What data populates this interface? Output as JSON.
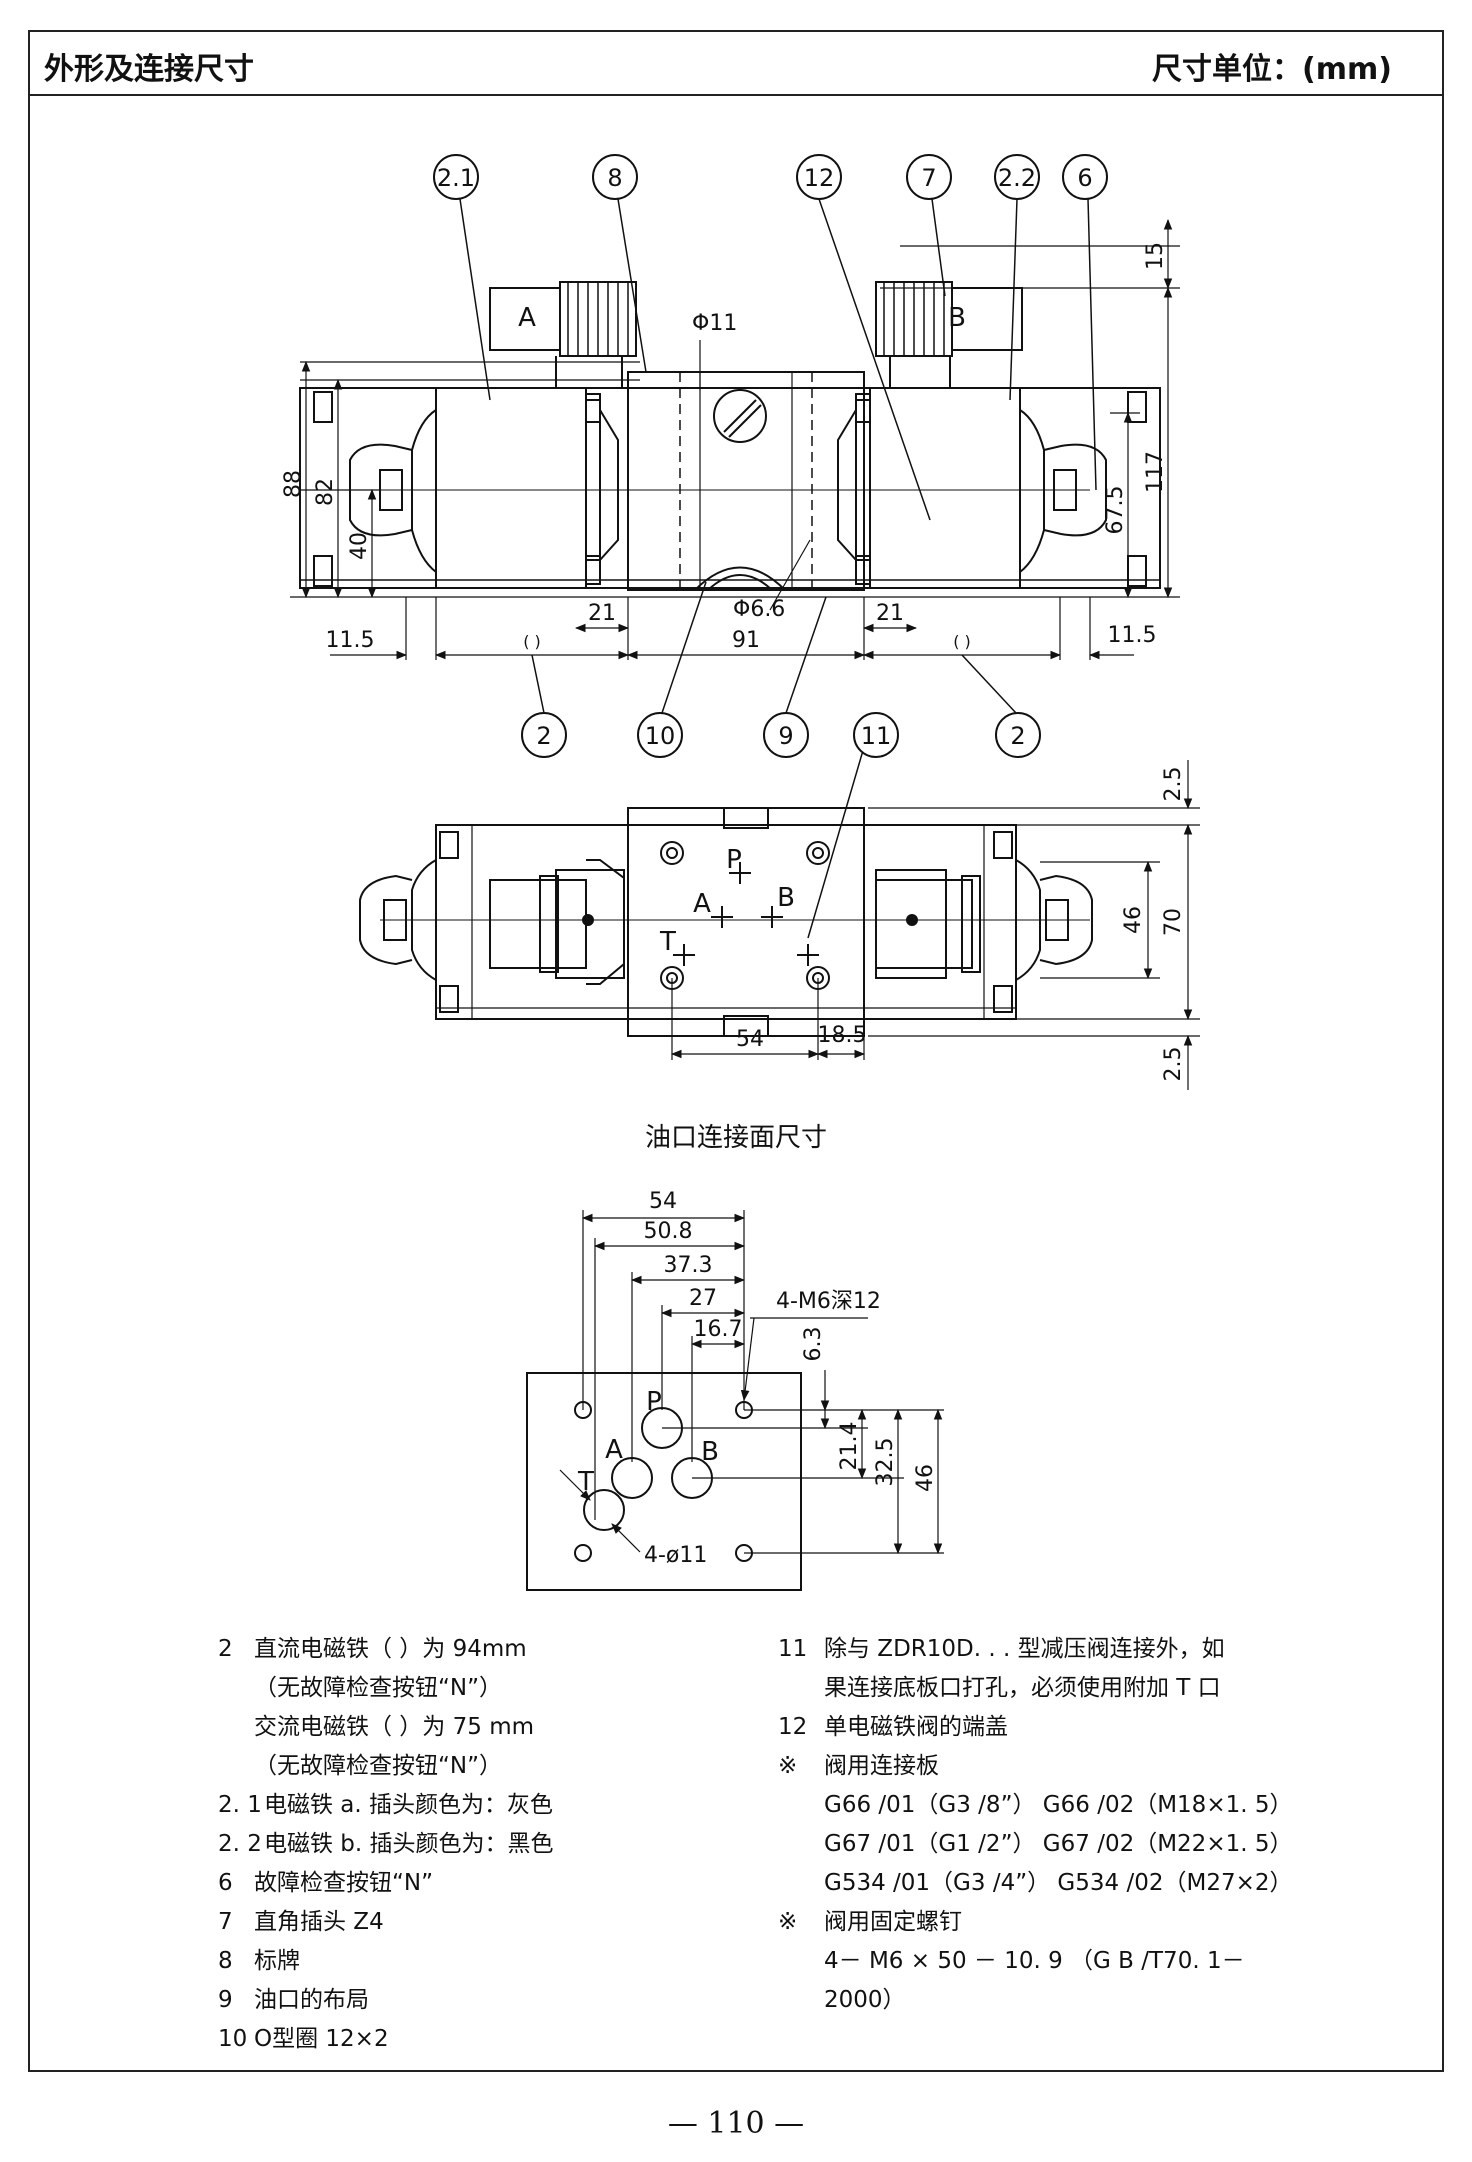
{
  "header": {
    "title": "外形及连接尺寸",
    "unit": "尺寸单位：(mm)"
  },
  "top_view": {
    "callouts": [
      "2.1",
      "8",
      "12",
      "7",
      "2.2",
      "6"
    ],
    "bottom_callouts": [
      "2",
      "10",
      "9",
      "11",
      "2"
    ],
    "port_labels": {
      "a": "A",
      "b": "B"
    },
    "dims": {
      "phi11": "Φ11",
      "phi66": "Φ6.6",
      "d88": "88",
      "d82": "82",
      "d40": "40",
      "d15": "15",
      "d117": "117",
      "d675": "67.5",
      "d21a": "21",
      "d21b": "21",
      "d91": "91",
      "d115a": "11.5",
      "d115b": "11.5",
      "paren_a": "( )",
      "paren_b": "( )"
    }
  },
  "plan_view": {
    "ports": {
      "p": "P",
      "a": "A",
      "b": "B",
      "t": "T"
    },
    "dims": {
      "d25a": "2.5",
      "d46": "46",
      "d70": "70",
      "d54": "54",
      "d185": "18.5",
      "d25b": "2.5"
    }
  },
  "interface": {
    "caption": "油口连接面尺寸",
    "ports": {
      "p": "P",
      "a": "A",
      "b": "B",
      "t": "T"
    },
    "dims": {
      "d54": "54",
      "d508": "50.8",
      "d373": "37.3",
      "d27": "27",
      "d167": "16.7",
      "thread": "4-M6深12",
      "d63": "6.3",
      "d214": "21.4",
      "d325": "32.5",
      "d46": "46",
      "bore": "4-ø11"
    }
  },
  "notes_left": [
    {
      "num": "2",
      "text": "直流电磁铁（   ）为 94mm"
    },
    {
      "num": "",
      "text": "（无故障检查按钮“N”）"
    },
    {
      "num": "",
      "text": "交流电磁铁（      ）为 75 mm"
    },
    {
      "num": "",
      "text": "（无故障检查按钮“N”）"
    },
    {
      "num": "2. 1",
      "text": "电磁铁 a. 插头颜色为：灰色",
      "tight": true
    },
    {
      "num": "2. 2",
      "text": "电磁铁 b. 插头颜色为：黑色",
      "tight": true
    },
    {
      "num": "6",
      "text": "故障检查按钮“N”"
    },
    {
      "num": "7",
      "text": "直角插头 Z4"
    },
    {
      "num": "8",
      "text": "标牌"
    },
    {
      "num": "9",
      "text": "油口的布局"
    },
    {
      "num": "10",
      "text": "O型圈 12×2"
    }
  ],
  "notes_right": [
    {
      "num": "11",
      "text": "除与 ZDR10D. . . 型减压阀连接外，如"
    },
    {
      "num": "",
      "text": "果连接底板口打孔，必须使用附加 T 口"
    },
    {
      "num": "12",
      "text": "单电磁铁阀的端盖"
    },
    {
      "num": "※",
      "text": "阀用连接板"
    },
    {
      "num": "",
      "text": "G66 /01（G3 /8”）    G66 /02（M18×1. 5）"
    },
    {
      "num": "",
      "text": "G67 /01（G1 /2”）    G67 /02（M22×1. 5）"
    },
    {
      "num": "",
      "text": "G534 /01（G3 /4”）    G534 /02（M27×2）"
    },
    {
      "num": "※",
      "text": "阀用固定螺钉"
    },
    {
      "num": "",
      "text": "4－ M6 × 50 － 10. 9     （G B /T70. 1－"
    },
    {
      "num": "",
      "text": "2000）"
    }
  ],
  "footer": {
    "page": "— 110 —"
  }
}
